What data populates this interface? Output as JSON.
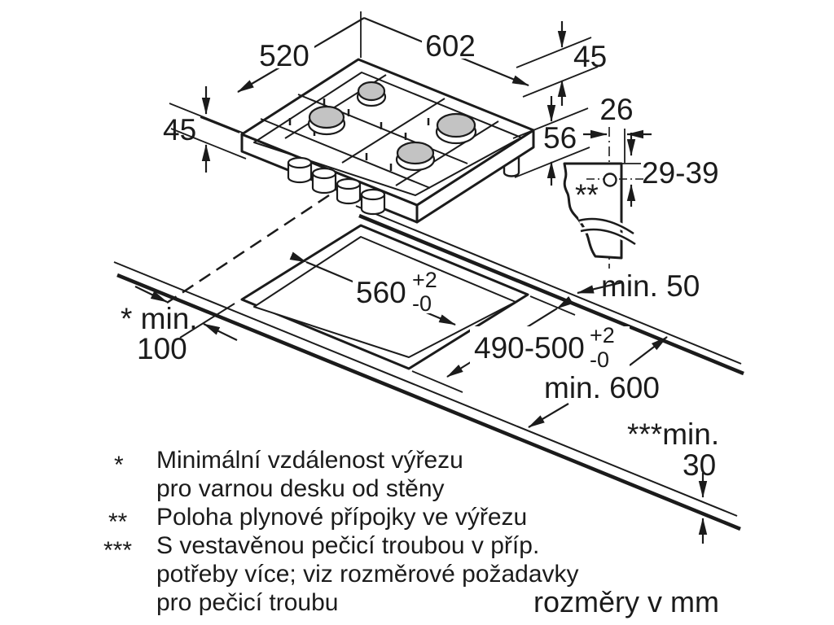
{
  "units_note": "rozměry v mm",
  "dimensions": {
    "hob": {
      "width": "602",
      "depth": "520",
      "rim_height_left": "45",
      "rim_height_right": "45",
      "body_depth": "56"
    },
    "gas_connection": {
      "marker": "**",
      "offset_from_cutout": "26",
      "height_below_top": "29-39"
    },
    "cutout": {
      "width": "560",
      "width_tol_plus": "+2",
      "width_tol_minus": "-0",
      "depth": "490-500",
      "depth_tol_plus": "+2",
      "depth_tol_minus": "-0"
    },
    "clearances": {
      "rear": "min. 50",
      "side_label": "* min.",
      "side_value": "100",
      "worktop_depth": "min. 600",
      "front_label": "***min.",
      "front_value": "30"
    }
  },
  "footnotes": {
    "f1": {
      "marker": "*",
      "line1": "Minimální vzdálenost výřezu",
      "line2": "pro varnou desku od stěny"
    },
    "f2": {
      "marker": "**",
      "line1": "Poloha plynové přípojky ve výřezu"
    },
    "f3": {
      "marker": "***",
      "line1": "S vestavěnou pečicí troubou v příp.",
      "line2": "potřeby více; viz rozměrové požadavky",
      "line3": "pro pečicí troubu"
    }
  },
  "colors": {
    "line": "#1b1b1b",
    "burner": "#c3c3c3",
    "background": "#ffffff"
  }
}
